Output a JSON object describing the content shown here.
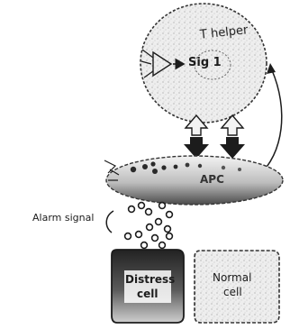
{
  "labels": {
    "t_helper": "T helper",
    "sig1": "Sig 1",
    "apc": "APC",
    "alarm_signal": "Alarm signal",
    "distressed_line1": "Distress",
    "distressed_line2": "cell",
    "normal_line1": "Normal",
    "normal_line2": "cell"
  },
  "colors": {
    "ink": "#1c1c1c",
    "cell_fill": "#ededed",
    "apc_fill": "#d6d6d6",
    "dark_cell": "#141414",
    "granule": "#2a2a2a"
  }
}
